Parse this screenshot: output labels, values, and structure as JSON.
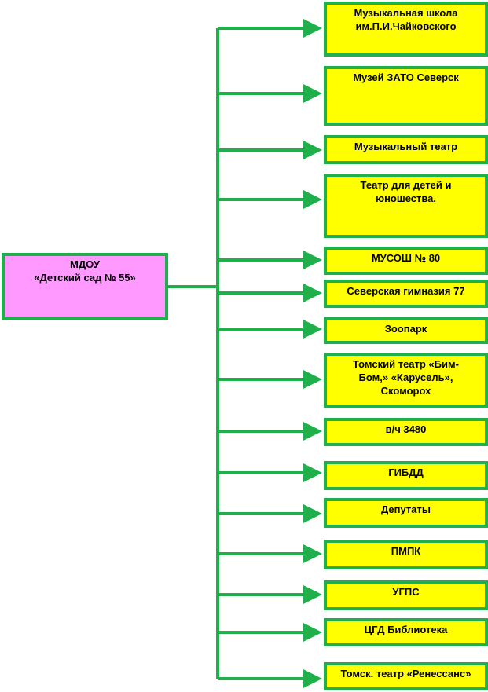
{
  "diagram": {
    "colors": {
      "connector": "#1fb04c",
      "root_fill": "#ff99ff",
      "node_fill": "#ffff00",
      "text": "#000000"
    },
    "root": {
      "label": "МДОУ\n«Детский сад № 55»"
    },
    "partners": [
      {
        "label": "Музыкальная школа\nим.П.И.Чайковского"
      },
      {
        "label": "Музей ЗАТО Северск"
      },
      {
        "label": "Музыкальный театр"
      },
      {
        "label": "Театр для детей и\nюношества."
      },
      {
        "label": "МУСОШ  № 80"
      },
      {
        "label": "Северская гимназия 77"
      },
      {
        "label": "Зоопарк"
      },
      {
        "label": "Томский театр «Бим-\nБом,» «Карусель»,\nСкоморох"
      },
      {
        "label": "в/ч 3480"
      },
      {
        "label": "ГИБДД"
      },
      {
        "label": "Депутаты"
      },
      {
        "label": "ПМПК"
      },
      {
        "label": "УГПС"
      },
      {
        "label": "ЦГД Библиотека"
      },
      {
        "label": "Томск. театр «Ренессанс»"
      }
    ]
  }
}
